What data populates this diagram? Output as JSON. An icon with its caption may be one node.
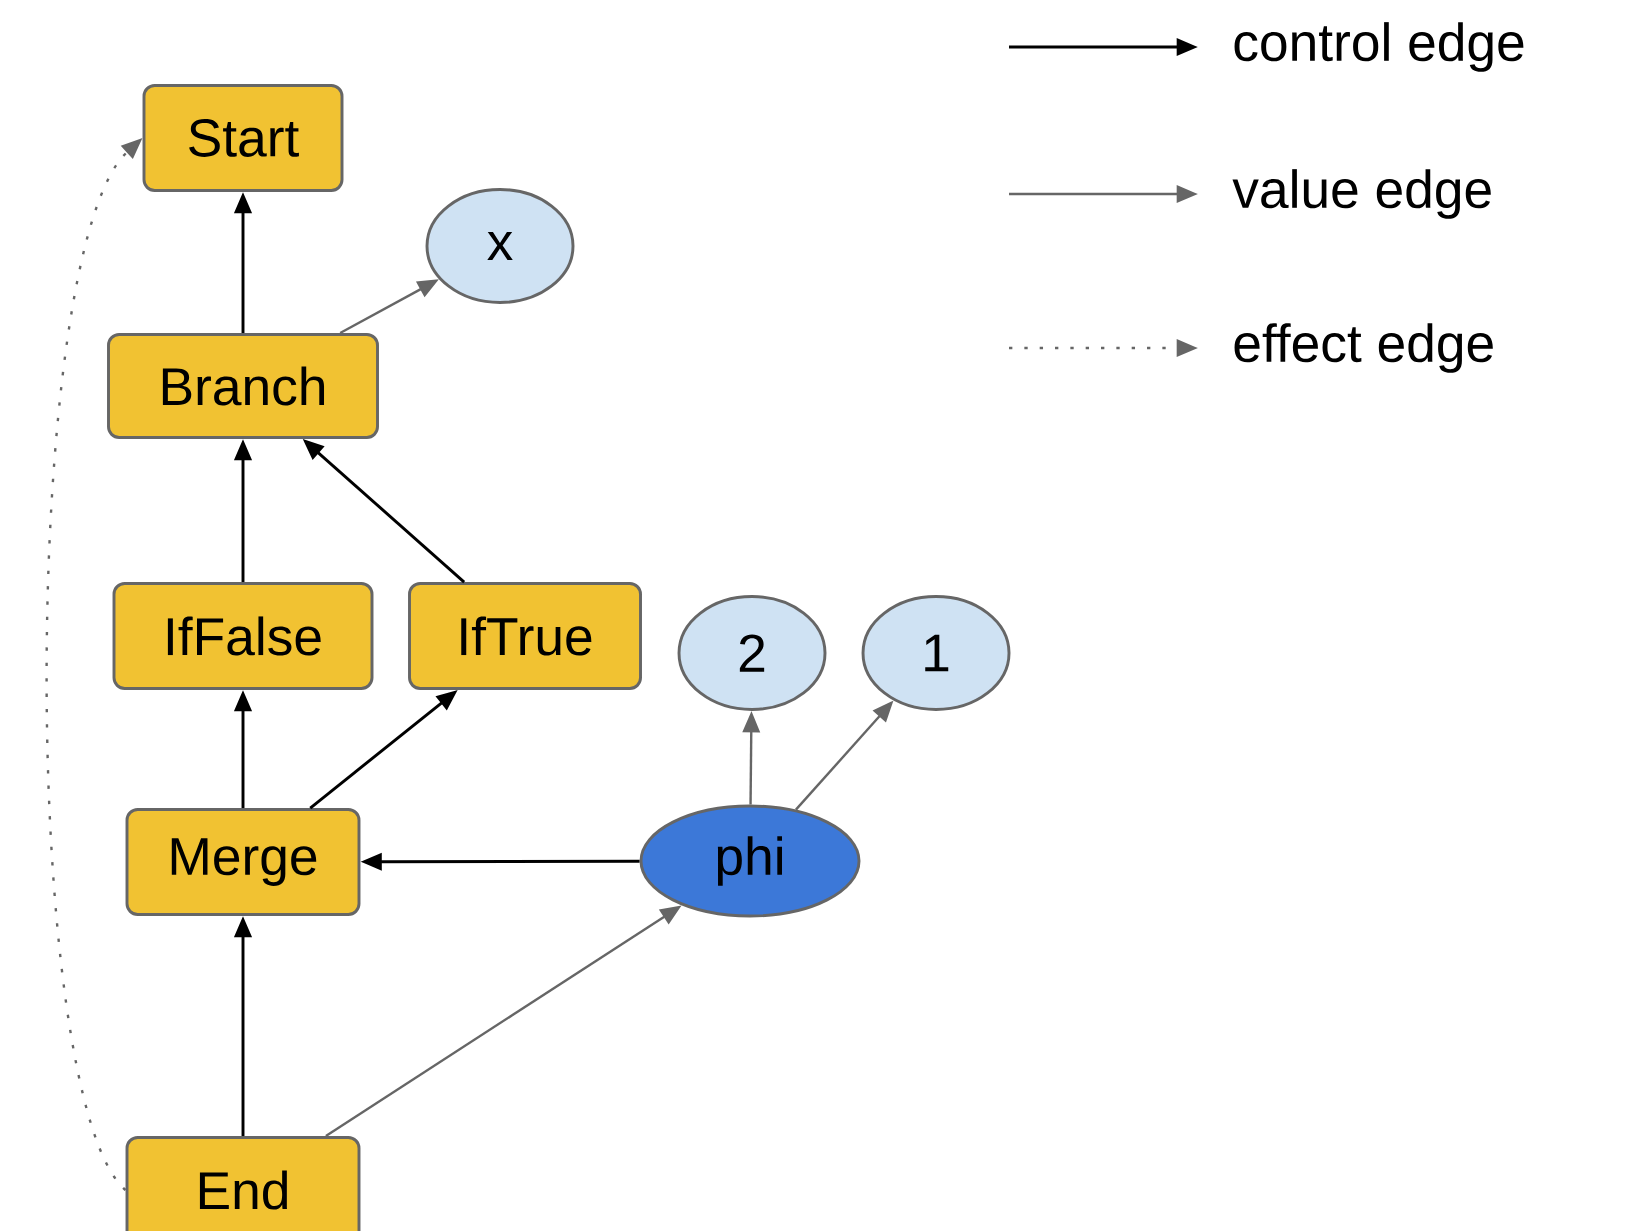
{
  "diagram": {
    "nodes": [
      {
        "text": [
          "Start"
        ]
      },
      {
        "text": [
          "x"
        ]
      },
      {
        "text": [
          "Branch"
        ]
      },
      {
        "text": [
          "IfFalse"
        ]
      },
      {
        "text": [
          "IfTrue"
        ]
      },
      {
        "text": [
          "2"
        ]
      },
      {
        "text": [
          "1"
        ]
      },
      {
        "text": [
          "Merge"
        ]
      },
      {
        "text": [
          "phi"
        ]
      },
      {
        "text": [
          "End"
        ]
      }
    ],
    "edges": [
      {
        "from": 2,
        "to": 0,
        "arrow": "to"
      },
      {
        "from": 2,
        "to": 1,
        "arrow": "to",
        "color": "#666666"
      },
      {
        "from": 3,
        "to": 2,
        "arrow": "to"
      },
      {
        "from": 4,
        "to": 2,
        "arrow": "to"
      },
      {
        "from": 7,
        "to": 3,
        "arrow": "to"
      },
      {
        "from": 7,
        "to": 4,
        "arrow": "to"
      },
      {
        "from": 8,
        "to": 7,
        "arrow": "to"
      },
      {
        "from": 8,
        "to": 5,
        "arrow": "to",
        "color": "#666666"
      },
      {
        "from": 8,
        "to": 6,
        "arrow": "to",
        "color": "#666666"
      },
      {
        "from": 9,
        "to": 7,
        "arrow": "to"
      },
      {
        "from": 9,
        "to": 8,
        "arrow": "to",
        "color": "#666666"
      },
      {
        "from": 9,
        "to": 0,
        "arrow": "to",
        "style": "dashed",
        "color": "#666666"
      }
    ],
    "legend": [
      {
        "text": "control edge"
      },
      {
        "text": "value edge"
      },
      {
        "text": "effect edge"
      }
    ]
  }
}
